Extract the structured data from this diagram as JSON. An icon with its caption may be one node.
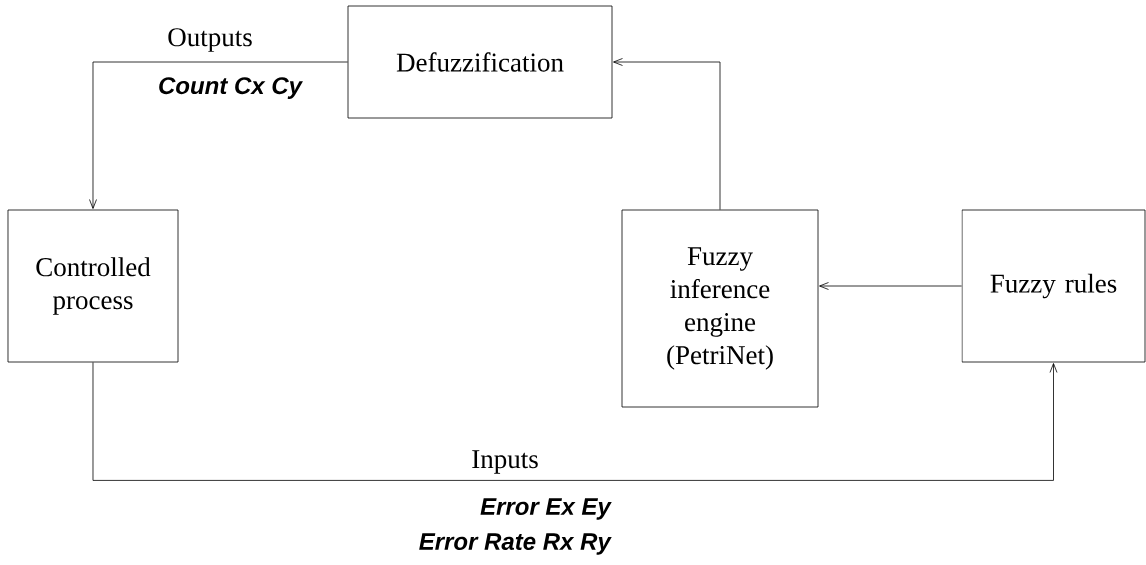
{
  "diagram": {
    "nodes": [
      {
        "text": [
          "Defuzzification"
        ]
      },
      {
        "text": [
          "Controlled process"
        ]
      },
      {
        "text": [
          "Fuzzy inference engine (PetriNet)"
        ]
      },
      {
        "text": [
          "Fuzzy rules"
        ]
      }
    ],
    "edges": [
      {
        "from": 0,
        "to": 1,
        "arrow": "to",
        "label": "Outputs"
      },
      {
        "from": 2,
        "to": 0,
        "arrow": "to"
      },
      {
        "from": 3,
        "to": 2,
        "arrow": "to"
      },
      {
        "from": 1,
        "to": 3,
        "arrow": "to",
        "label": "Inputs"
      }
    ],
    "labels": [
      "Count Cx Cy",
      "Error Ex Ey",
      "Error Rate Rx Ry"
    ]
  }
}
